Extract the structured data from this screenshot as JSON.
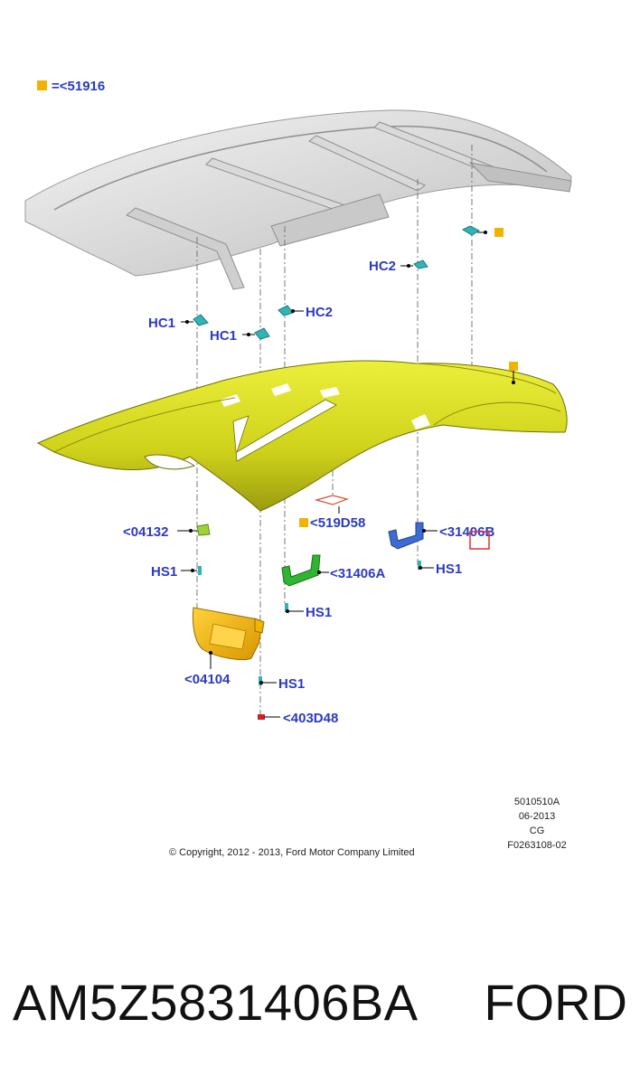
{
  "legend": {
    "text": "=<51916",
    "marker_color": "#f0b400"
  },
  "callouts": {
    "hc1_left": "HC1",
    "hc1_mid": "HC1",
    "hc2_left": "HC2",
    "hc2_right": "HC2",
    "part_04132": "<04132",
    "hs1_left": "HS1",
    "part_519d58": "<519D58",
    "part_31406a": "<31406A",
    "part_31406b": "<31406B",
    "hs1_right": "HS1",
    "hs1_mid": "HS1",
    "part_04104": "<04104",
    "hs1_lower": "HS1",
    "part_403d48": "<403D48"
  },
  "meta": {
    "code": "5010510A",
    "date": "06-2013",
    "initials": "CG",
    "figure_id": "F0263108-02",
    "copyright": "© Copyright, 2012 - 2013, Ford Motor Company Limited"
  },
  "footer": {
    "part_number": "AM5Z5831406BA",
    "brand": "FORD"
  },
  "colors": {
    "callout_text": "#2b3bbf",
    "headliner": "#d8dc1e",
    "visor": "#f0b400",
    "handle_green": "#2fb52f",
    "handle_blue": "#3d6bd6",
    "highlight_box": "#e03030"
  }
}
